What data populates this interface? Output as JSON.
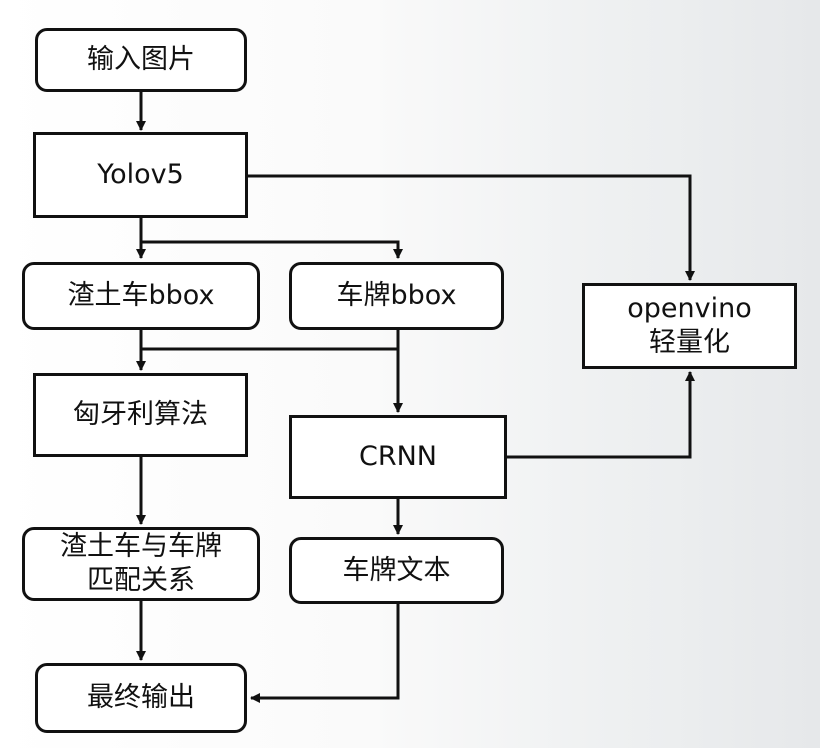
{
  "nodes": {
    "input": "输入图片",
    "yolo": "Yolov5",
    "truck_bbox": "渣土车bbox",
    "plate_bbox": "车牌bbox",
    "openvino_line1": "openvino",
    "openvino_line2": "轻量化",
    "hungarian": "匈牙利算法",
    "crnn": "CRNN",
    "match_line1": "渣土车与车牌",
    "match_line2": "匹配关系",
    "plate_text": "车牌文本",
    "output": "最终输出"
  },
  "colors": {
    "line": "#111111",
    "box_fill": "#ffffff",
    "box_border": "#111111"
  }
}
